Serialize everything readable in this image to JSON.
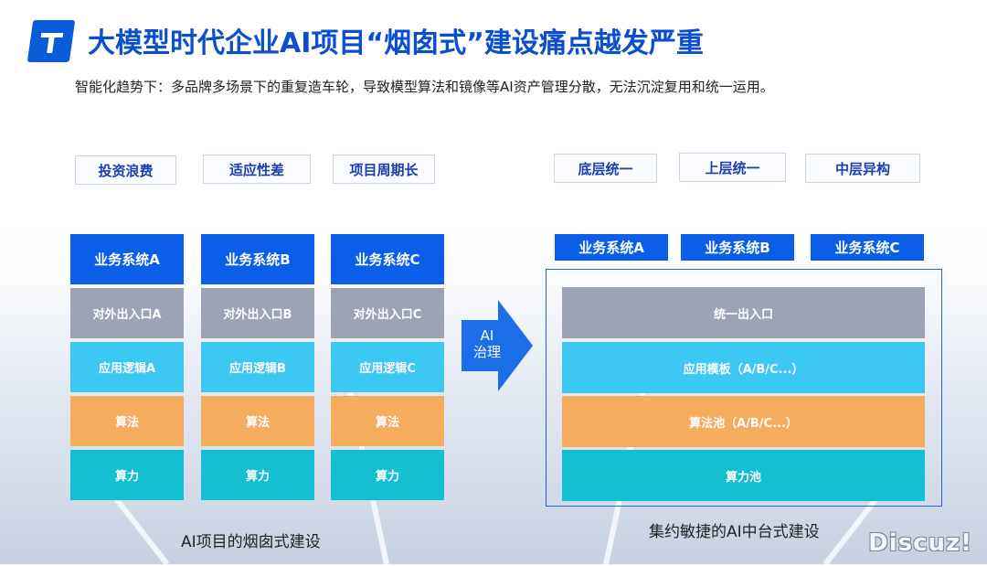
{
  "header": {
    "title": "大模型时代企业AI项目“烟囱式”建设痛点越发严重",
    "subtitle": "智能化趋势下：多品牌多场景下的重复造车轮，导致模型算法和镜像等AI资产管理分散，无法沉淀复用和统一运用。"
  },
  "left": {
    "pain_tags": [
      "投资浪费",
      "适应性差",
      "项目周期长"
    ],
    "columns": [
      {
        "business": "业务系统A",
        "entry": "对外出入口A",
        "logic": "应用逻辑A",
        "algorithm": "算法",
        "compute": "算力"
      },
      {
        "business": "业务系统B",
        "entry": "对外出入口B",
        "logic": "应用逻辑B",
        "algorithm": "算法",
        "compute": "算力"
      },
      {
        "business": "业务系统C",
        "entry": "对外出入口C",
        "logic": "应用逻辑C",
        "algorithm": "算法",
        "compute": "算力"
      }
    ],
    "caption": "AI项目的烟囱式建设"
  },
  "arrow": {
    "line1": "AI",
    "line2": "治理"
  },
  "right": {
    "tags": [
      "底层统一",
      "上层统一",
      "中层异构"
    ],
    "businesses": [
      "业务系统A",
      "业务系统B",
      "业务系统C"
    ],
    "layers": {
      "entry": "统一出入口",
      "template": "应用模板（A/B/C...）",
      "algorithm": "算法池（A/B/C...）",
      "compute": "算力池"
    },
    "caption": "集约敏捷的AI中台式建设"
  },
  "watermark": "Discuz!",
  "colors": {
    "brand_blue": "#0a5ee8",
    "entry_gray": "#9ba3b4",
    "logic_cyan": "#3cc8f2",
    "algorithm_orange": "#f6ac5f",
    "compute_teal": "#13bfd0"
  }
}
